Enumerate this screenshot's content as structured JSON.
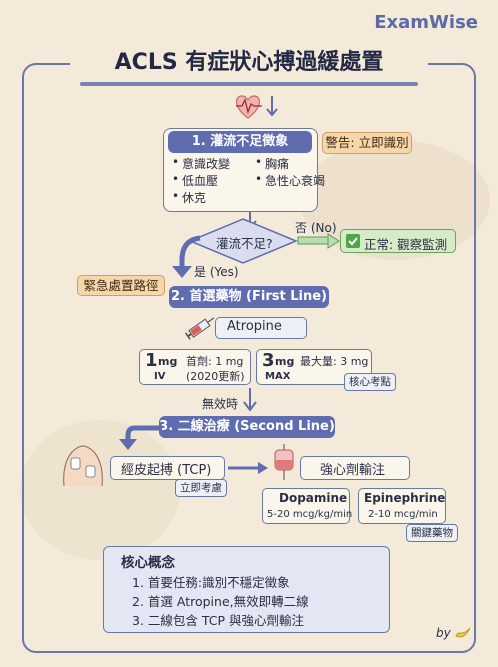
{
  "brand": "ExamWise",
  "title": "ACLS 有症狀心搏過緩處置",
  "step1": {
    "header": "1. 灌流不足徵象",
    "signs": [
      "意識改變",
      "胸痛",
      "低血壓",
      "急性心衰竭",
      "休克"
    ],
    "warning": "警告: 立即識別"
  },
  "decision": {
    "question": "灌流不足?",
    "no_label": "否 (No)",
    "no_result": "正常: 觀察監測",
    "yes_label": "是 (Yes)",
    "emergency_note": "緊急處置路徑"
  },
  "step2": {
    "header": "2. 首選藥物 (First Line)",
    "drug": "Atropine",
    "dose1_value": "1",
    "dose1_unit": "mg",
    "dose1_route": "IV",
    "dose1_desc_line1": "首劑: 1 mg",
    "dose1_desc_line2": "(2020更新)",
    "dose2_value": "3",
    "dose2_unit": "mg",
    "dose2_route": "MAX",
    "dose2_desc": "最大量: 3 mg",
    "key_tag": "核心考點",
    "ineffective": "無效時"
  },
  "step3": {
    "header": "3. 二線治療 (Second Line)",
    "tcp": "經皮起搏 (TCP)",
    "tcp_tag": "立即考慮",
    "inotrope": "強心劑輸注",
    "dopamine_name": "Dopamine",
    "dopamine_dose": "5-20 mcg/kg/min",
    "epi_name": "Epinephrine",
    "epi_dose": "2-10 mcg/min",
    "key_drug_tag": "關鍵藥物"
  },
  "summary": {
    "title": "核心概念",
    "items": [
      "1. 首要任務:識別不穩定徵象",
      "2. 首選 Atropine,無效即轉二線",
      "3. 二線包含 TCP 與強心劑輸注"
    ]
  },
  "footer": "by",
  "colors": {
    "accent": "#5f6db0",
    "note": "#f7d6a8",
    "green": "#d7ebc9"
  }
}
